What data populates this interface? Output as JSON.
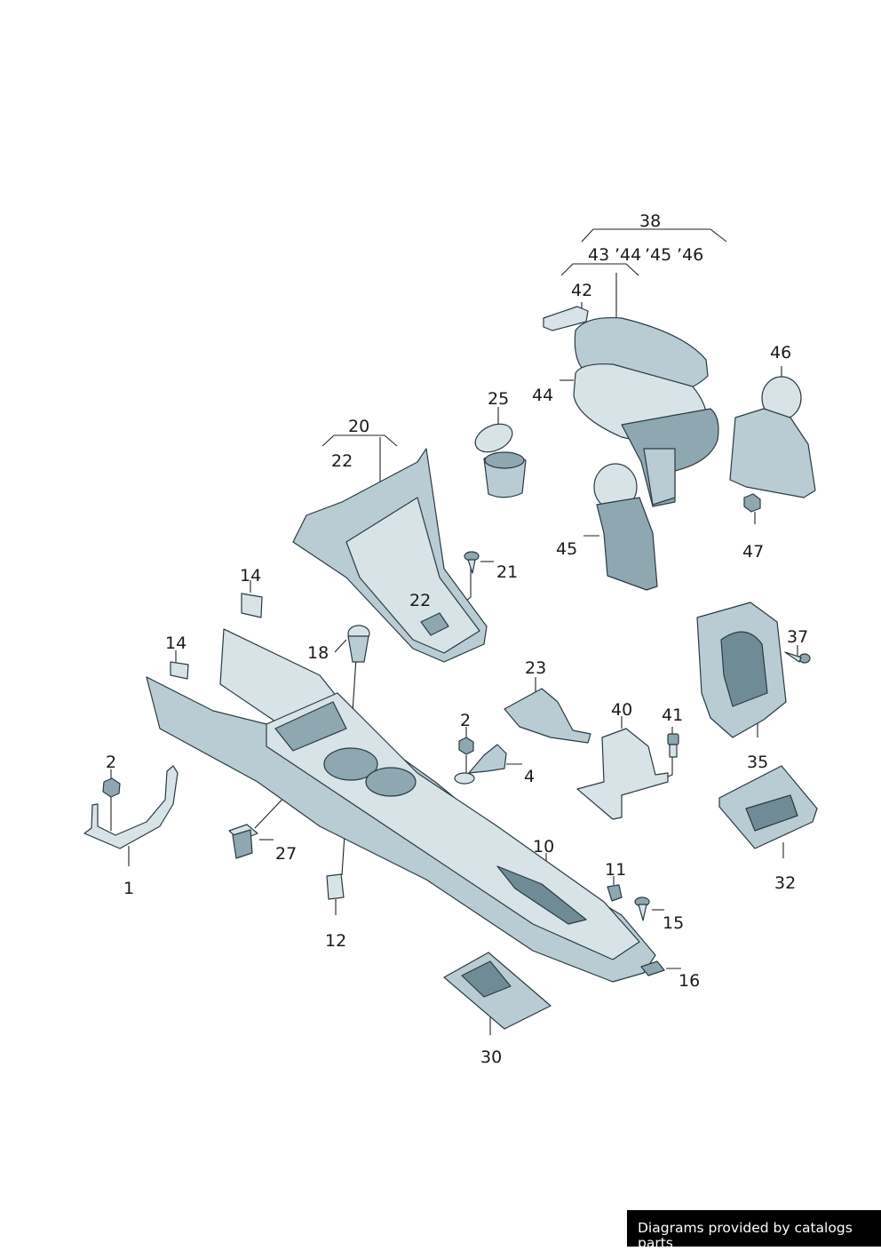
{
  "callouts": {
    "c1": "1",
    "c2a": "2",
    "c2b": "2",
    "c4": "4",
    "c10": "10",
    "c11": "11",
    "c12": "12",
    "c14a": "14",
    "c14b": "14",
    "c15": "15",
    "c16": "16",
    "c18": "18",
    "c20": "20",
    "c21": "21",
    "c22a": "22",
    "c22b": "22",
    "c23": "23",
    "c25": "25",
    "c27": "27",
    "c30": "30",
    "c32": "32",
    "c35": "35",
    "c37": "37",
    "c38": "38",
    "c40": "40",
    "c41": "41",
    "c42": "42",
    "c43": "43",
    "c44group": "’44",
    "c45group": "’45",
    "c46group": "’46",
    "c44": "44",
    "c45": "45",
    "c46": "46",
    "c47": "47"
  },
  "footer": {
    "text": "Diagrams provided by catalogs parts"
  },
  "colors": {
    "part_fill": "#b9ccd3",
    "part_stroke": "#2a3a42",
    "footer_bg": "#000000"
  }
}
